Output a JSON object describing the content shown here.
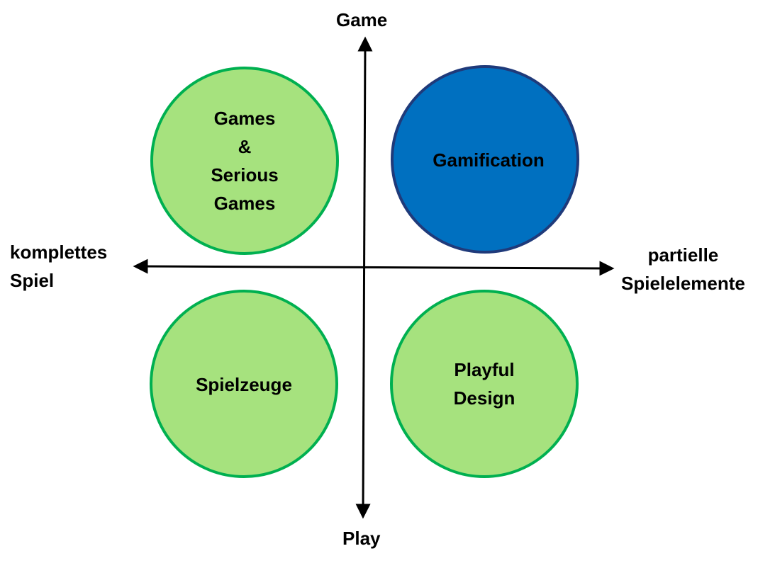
{
  "axes": {
    "vertical_top": "Game",
    "vertical_bottom": "Play",
    "horizontal_left": [
      "komplettes",
      "Spiel"
    ],
    "horizontal_right": [
      "partielle",
      "Spielelemente"
    ]
  },
  "quadrants": {
    "top_left": {
      "lines": [
        "Games",
        "&",
        "Serious",
        "Games"
      ],
      "fill": "#a6e27e",
      "stroke": "#00b050"
    },
    "top_right": {
      "lines": [
        "Gamification"
      ],
      "fill": "#0070c0",
      "stroke": "#1f3a7a"
    },
    "bottom_left": {
      "lines": [
        "Spielzeuge"
      ],
      "fill": "#a6e27e",
      "stroke": "#00b050"
    },
    "bottom_right": {
      "lines": [
        "Playful",
        "Design"
      ],
      "fill": "#a6e27e",
      "stroke": "#00b050"
    }
  },
  "colors": {
    "axis": "#000000",
    "text": "#000000"
  }
}
